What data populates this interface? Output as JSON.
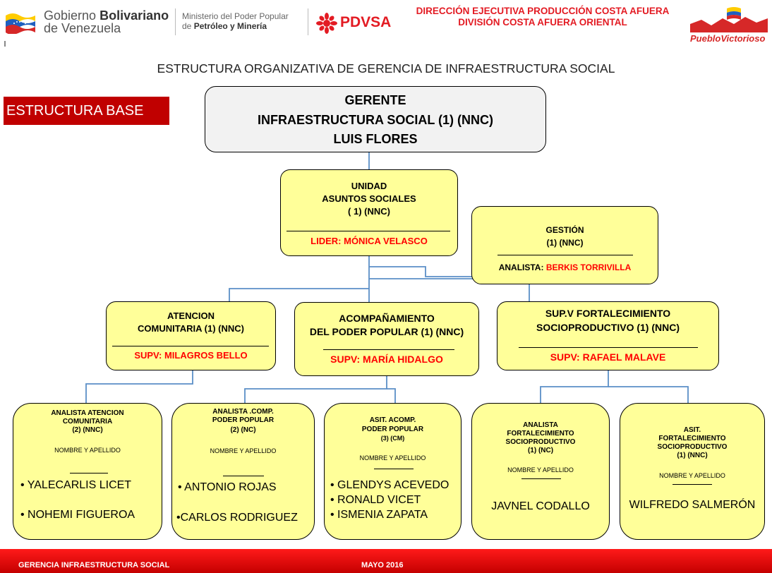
{
  "header": {
    "gov_line1": "Gobierno",
    "gov_line1b": "Bolivariano",
    "gov_line2": "de Venezuela",
    "ministry_line1": "Ministerio del Poder Popular",
    "ministry_line2_pre": "de",
    "ministry_line2": "Petróleo y Minería",
    "pdvsa": "PDVSA",
    "direction_line1": "DIRECCIÓN EJECUTIVA PRODUCCIÓN COSTA AFUERA",
    "direction_line2": "DIVISIÓN COSTA AFUERA ORIENTAL",
    "logo_text": "PuebloVictorioso"
  },
  "title": "ESTRUCTURA ORGANIZATIVA  DE GERENCIA DE INFRAESTRUCTURA SOCIAL",
  "badge": "ESTRUCTURA BASE",
  "gerente": {
    "line1": "GERENTE",
    "line2": "INFRAESTRUCTURA SOCIAL (1) (NNC)",
    "line3": "LUIS FLORES"
  },
  "unidad": {
    "line1": "UNIDAD",
    "line2": "ASUNTOS SOCIALES",
    "line3": "( 1) (NNC)",
    "leader": "LIDER: MÓNICA VELASCO"
  },
  "gestion": {
    "line1": "GESTIÓN",
    "line2": "(1) (NNC)",
    "leader_prefix": "ANALISTA:",
    "leader_name": "BERKIS TORRIVILLA"
  },
  "atencion": {
    "line1": "ATENCION",
    "line2": "COMUNITARIA  (1) (NNC)",
    "leader": "SUPV: MILAGROS BELLO"
  },
  "acompanamiento": {
    "line1": "ACOMPAÑAMIENTO",
    "line2": "DEL PODER POPULAR (1) (NNC)",
    "leader": "SUPV: MARÍA HIDALGO"
  },
  "fortalecimiento": {
    "line1": "SUP.V FORTALECIMIENTO",
    "line2": "SOCIOPRODUCTIVO  (1) (NNC)",
    "leader": "SUPV: RAFAEL MALAVE"
  },
  "staff": [
    {
      "title": [
        "ANALISTA ATENCION",
        "COMUNITARIA",
        "(2) (NNC)"
      ],
      "placeholder": "NOMBRE Y APELLIDO",
      "names": [
        "• YALECARLIS LICET",
        "• NOHEMI FIGUEROA"
      ]
    },
    {
      "title": [
        "ANALISTA .COMP.",
        "PODER POPULAR",
        "(2) (NC)"
      ],
      "placeholder": "NOMBRE Y APELLIDO",
      "names": [
        "• ANTONIO ROJAS",
        "•CARLOS RODRIGUEZ"
      ]
    },
    {
      "title": [
        "ASIT. ACOMP.",
        "PODER POPULAR",
        "(3) (CM)"
      ],
      "placeholder": "NOMBRE Y APELLIDO",
      "names": [
        "• GLENDYS ACEVEDO",
        "• RONALD VICET",
        "• ISMENIA ZAPATA"
      ]
    },
    {
      "title": [
        "ANALISTA",
        "FORTALECIMIENTO",
        "SOCIOPRODUCTIVO",
        "(1)   (NC)"
      ],
      "placeholder": "NOMBRE Y APELLIDO",
      "names": [
        "JAVNEL CODALLO"
      ]
    },
    {
      "title": [
        "ASIT.",
        "FORTALECIMIENTO",
        "SOCIOPRODUCTIVO",
        "(1)   (NNC)"
      ],
      "placeholder": "NOMBRE Y APELLIDO",
      "names": [
        "WILFREDO SALMERÓN"
      ]
    }
  ],
  "footer": {
    "left": "GERENCIA INFRAESTRUCTURA SOCIAL",
    "center": "MAYO  2016"
  },
  "colors": {
    "box_fill": "#ffff99",
    "badge_bg": "#c00000",
    "badge_text": "#ffffff",
    "leader_text": "#ff0000",
    "connector": "#5b8fc7",
    "footer_bg": "#e00000",
    "pdvsa_red": "#e31b23",
    "gerente_fill": "#f2f2f2"
  }
}
